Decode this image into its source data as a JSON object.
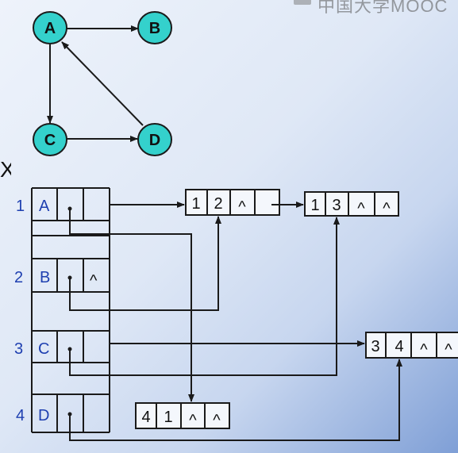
{
  "watermark": {
    "text": "中国大学MOOC"
  },
  "fragment": "X",
  "graph": {
    "nodes": [
      {
        "id": "A",
        "label": "A"
      },
      {
        "id": "B",
        "label": "B"
      },
      {
        "id": "C",
        "label": "C"
      },
      {
        "id": "D",
        "label": "D"
      }
    ],
    "edges": [
      {
        "from": "A",
        "to": "B"
      },
      {
        "from": "A",
        "to": "C"
      },
      {
        "from": "C",
        "to": "D"
      },
      {
        "from": "D",
        "to": "A"
      }
    ],
    "colors": {
      "node_fill": "#34d1cc",
      "node_stroke": "#1a1a1a",
      "edge": "#1a1a1a"
    }
  },
  "list": {
    "rows": [
      {
        "index": "1",
        "label": "A"
      },
      {
        "index": "2",
        "label": "B",
        "null_symbol": "^"
      },
      {
        "index": "3",
        "label": "C"
      },
      {
        "index": "4",
        "label": "D"
      }
    ],
    "arc_nodes": [
      {
        "id": "arc12",
        "tail": "1",
        "head": "2",
        "hlink": "^"
      },
      {
        "id": "arc13",
        "tail": "1",
        "head": "3",
        "hlink": "^",
        "tlink": "^"
      },
      {
        "id": "arc34",
        "tail": "3",
        "head": "4",
        "hlink": "^",
        "tlink": "^"
      },
      {
        "id": "arc41",
        "tail": "4",
        "head": "1",
        "hlink": "^",
        "tlink": "^"
      }
    ]
  }
}
